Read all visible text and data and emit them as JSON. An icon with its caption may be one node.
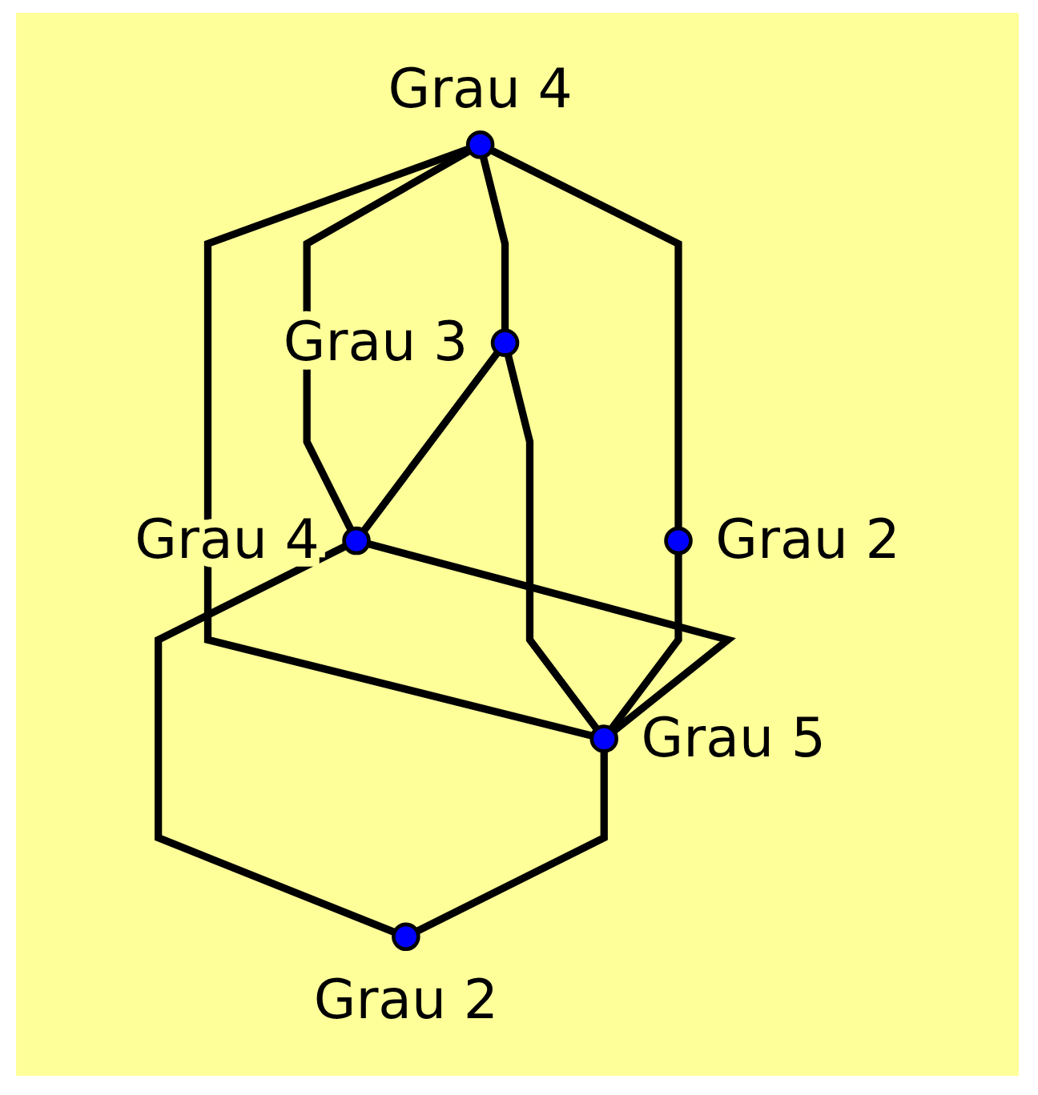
{
  "diagram": {
    "nodes": [
      {
        "text": [],
        "shape": "circle",
        "beside": [
          "Grau 4"
        ]
      },
      {
        "text": [],
        "shape": "circle",
        "beside": [
          "Grau 3"
        ]
      },
      {
        "text": [],
        "shape": "circle",
        "beside": [
          "Grau 2"
        ]
      },
      {
        "text": [],
        "shape": "circle",
        "beside": [
          "Grau 4"
        ]
      },
      {
        "text": [],
        "shape": "circle",
        "beside": [
          "Grau 5"
        ]
      },
      {
        "text": [],
        "shape": "circle",
        "beside": [
          "Grau 2"
        ]
      }
    ],
    "edges": [
      {
        "from": 0,
        "to": 1,
        "arrow": "none"
      },
      {
        "from": 0,
        "to": 2,
        "arrow": "none"
      },
      {
        "from": 0,
        "to": 3,
        "arrow": "none"
      },
      {
        "from": 0,
        "to": 4,
        "arrow": "none"
      },
      {
        "from": 1,
        "to": 3,
        "arrow": "none"
      },
      {
        "from": 1,
        "to": 4,
        "arrow": "none"
      },
      {
        "from": 2,
        "to": 4,
        "arrow": "none"
      },
      {
        "from": 3,
        "to": 4,
        "arrow": "none"
      },
      {
        "from": 3,
        "to": 5,
        "arrow": "none"
      },
      {
        "from": 4,
        "to": 5,
        "arrow": "none"
      }
    ]
  }
}
